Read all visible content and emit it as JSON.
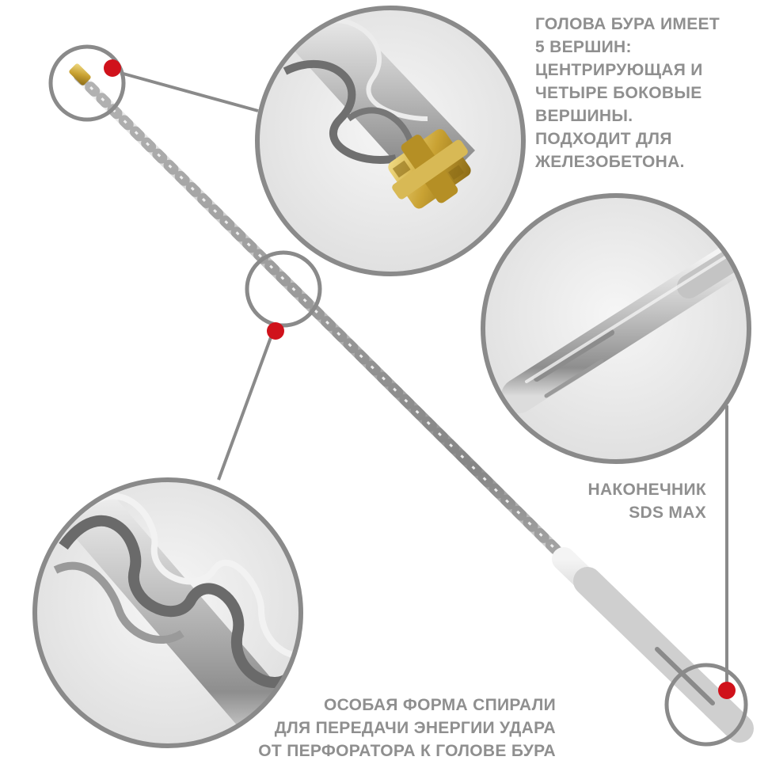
{
  "captions": {
    "head": [
      "ГОЛОВА БУРА ИМЕЕТ",
      "5 ВЕРШИН:",
      "ЦЕНТРИРУЮЩАЯ И",
      "ЧЕТЫРЕ БОКОВЫЕ",
      "ВЕРШИНЫ.",
      "ПОДХОДИТ ДЛЯ",
      "ЖЕЛЕЗОБЕТОНА."
    ],
    "shank": [
      "НАКОНЕЧНИК",
      "SDS MAX"
    ],
    "spiral": [
      "ОСОБАЯ ФОРМА СПИРАЛИ",
      "ДЛЯ ПЕРЕДАЧИ ЭНЕРГИИ УДАРА",
      "ОТ ПЕРФОРАТОРА К ГОЛОВЕ БУРА"
    ]
  },
  "colors": {
    "caption_text": "#8f8f8f",
    "ring": "#8a8a8a",
    "marker": "#d0121b",
    "steel": "#b9b9b9",
    "carbide": "#c9a233"
  }
}
